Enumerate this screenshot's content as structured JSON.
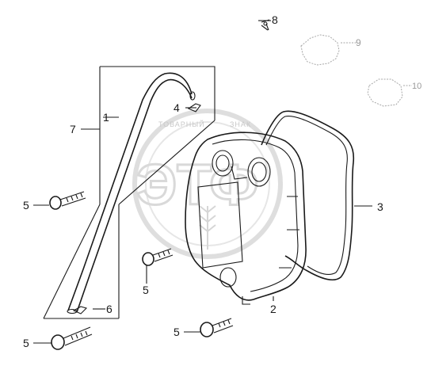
{
  "watermark": {
    "arc_text_left": "ТОВАРНЫЙ",
    "arc_text_right": "ЗНАК",
    "letters": "ЭТФ"
  },
  "callouts": {
    "c1": "1",
    "c2": "2",
    "c3": "3",
    "c4": "4",
    "c5a": "5",
    "c5b": "5",
    "c5c": "5",
    "c5d": "5",
    "c6": "6",
    "c7": "7",
    "c8": "8",
    "c9": "9",
    "c10": "10"
  }
}
